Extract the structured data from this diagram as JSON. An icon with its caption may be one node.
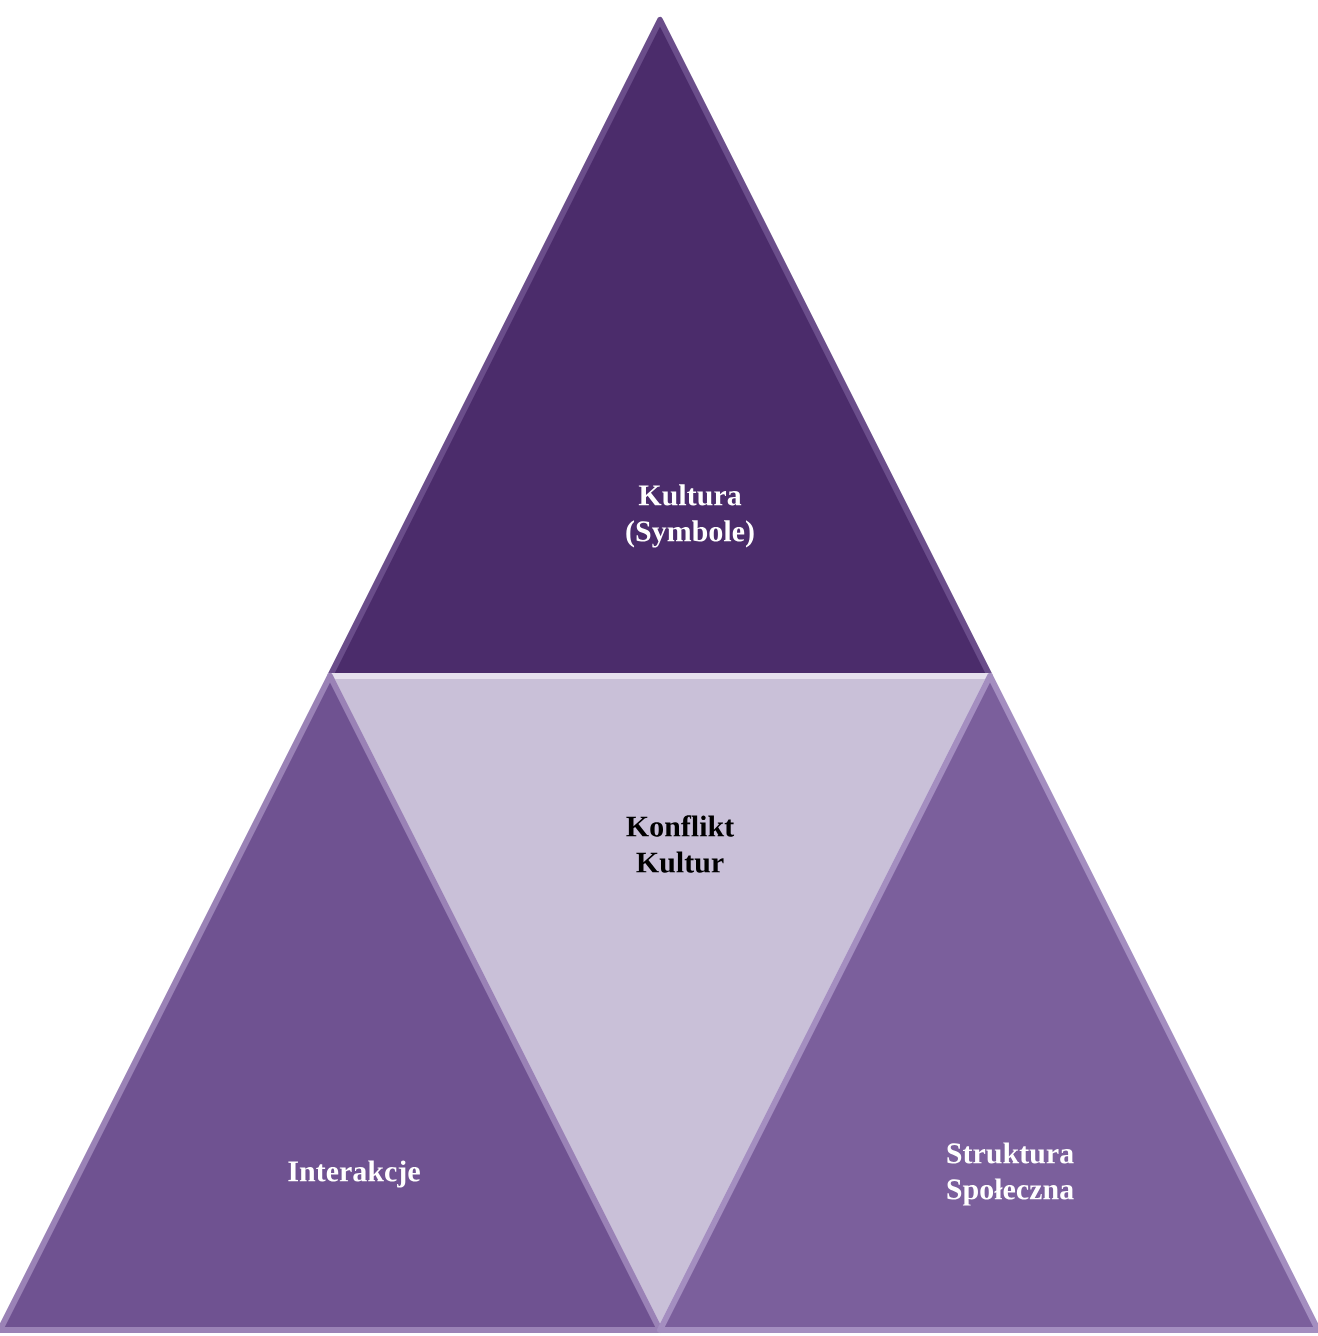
{
  "diagram": {
    "nodes": [
      {
        "text": [
          "Kultura (Symbole)"
        ]
      },
      {
        "text": [
          "Konflikt Kultur"
        ]
      },
      {
        "text": [
          "Interakcje"
        ]
      },
      {
        "text": [
          "Struktura Społeczna"
        ]
      }
    ]
  }
}
